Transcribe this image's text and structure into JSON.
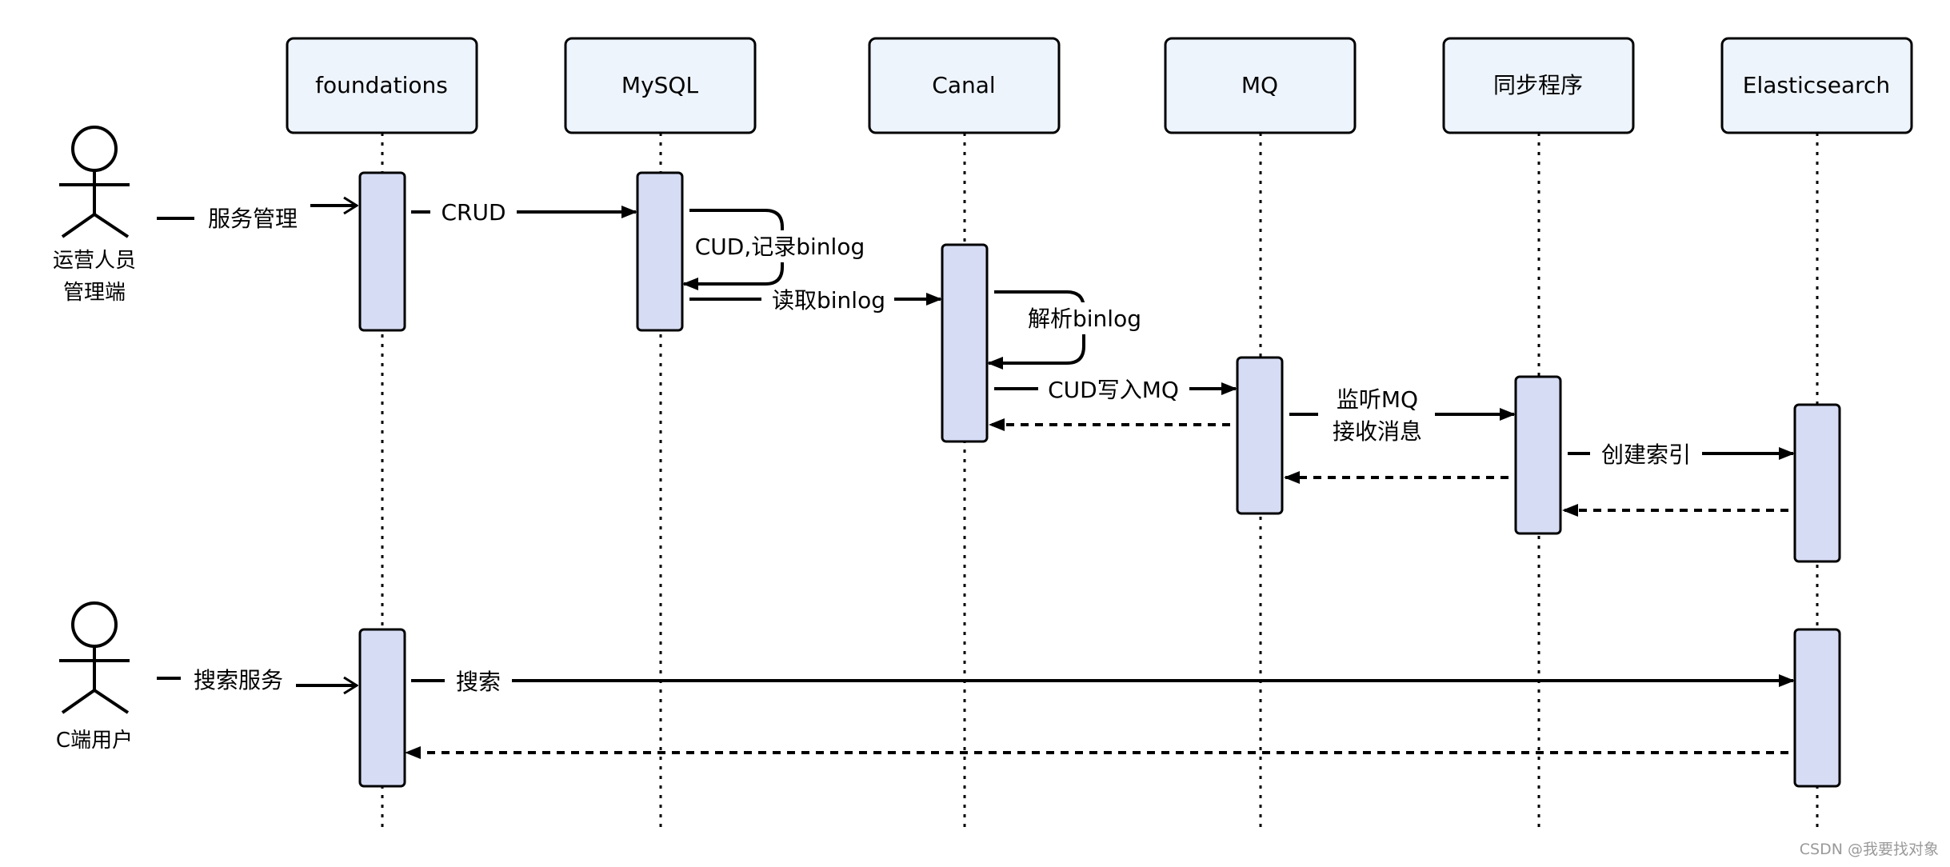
{
  "colors": {
    "stroke": "#000000",
    "header_fill": "#eef4fc",
    "activation_fill": "#d6dcf4",
    "watermark": "#9a9a9a"
  },
  "actors": [
    {
      "id": "operator",
      "label_lines": [
        "运营人员",
        "管理端"
      ]
    },
    {
      "id": "c-user",
      "label_lines": [
        "C端用户"
      ]
    }
  ],
  "participants": [
    {
      "id": "foundations",
      "label": "foundations"
    },
    {
      "id": "mysql",
      "label": "MySQL"
    },
    {
      "id": "canal",
      "label": "Canal"
    },
    {
      "id": "mq",
      "label": "MQ"
    },
    {
      "id": "sync",
      "label": "同步程序"
    },
    {
      "id": "es",
      "label": "Elasticsearch"
    }
  ],
  "messages": [
    {
      "id": "service-management",
      "from": "operator",
      "to": "foundations",
      "label_lines": [
        "服务管理"
      ],
      "style": "open-arrow"
    },
    {
      "id": "crud",
      "from": "foundations",
      "to": "mysql",
      "label_lines": [
        "CRUD"
      ],
      "style": "solid"
    },
    {
      "id": "cud-binlog",
      "from": "mysql",
      "to": "mysql",
      "label_lines": [
        "CUD,记录binlog"
      ],
      "style": "self"
    },
    {
      "id": "read-binlog",
      "from": "mysql",
      "to": "canal",
      "label_lines": [
        "读取binlog"
      ],
      "style": "solid"
    },
    {
      "id": "parse-binlog",
      "from": "canal",
      "to": "canal",
      "label_lines": [
        "解析binlog"
      ],
      "style": "self"
    },
    {
      "id": "cud-write-mq",
      "from": "canal",
      "to": "mq",
      "label_lines": [
        "CUD写入MQ"
      ],
      "style": "solid"
    },
    {
      "id": "mq-return",
      "from": "mq",
      "to": "canal",
      "label_lines": [],
      "style": "dashed"
    },
    {
      "id": "listen-mq",
      "from": "mq",
      "to": "sync",
      "label_lines": [
        "监听MQ",
        "接收消息"
      ],
      "style": "solid"
    },
    {
      "id": "sync-return",
      "from": "sync",
      "to": "mq",
      "label_lines": [],
      "style": "dashed"
    },
    {
      "id": "create-index",
      "from": "sync",
      "to": "es",
      "label_lines": [
        "创建索引"
      ],
      "style": "solid"
    },
    {
      "id": "es-return-sync",
      "from": "es",
      "to": "sync",
      "label_lines": [],
      "style": "dashed"
    },
    {
      "id": "search-service",
      "from": "c-user",
      "to": "foundations",
      "label_lines": [
        "搜索服务"
      ],
      "style": "open-arrow"
    },
    {
      "id": "search",
      "from": "foundations",
      "to": "es",
      "label_lines": [
        "搜索"
      ],
      "style": "solid"
    },
    {
      "id": "es-return-foundations",
      "from": "es",
      "to": "foundations",
      "label_lines": [],
      "style": "dashed"
    }
  ],
  "watermark": "CSDN @我要找对象"
}
